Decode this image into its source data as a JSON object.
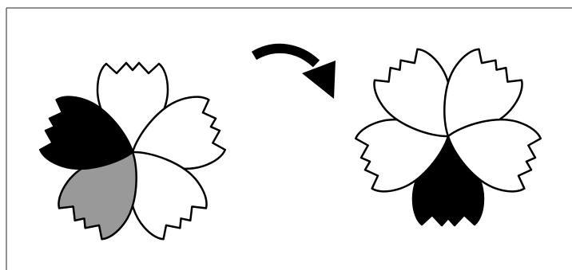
{
  "colors": {
    "background": "#ffffff",
    "frame": "#222222",
    "outline": "#000000",
    "petal_white": "#ffffff",
    "petal_black": "#000000",
    "petal_gray": "#999999",
    "arrow": "#000000"
  },
  "figures": [
    {
      "id": "before",
      "petals": [
        {
          "position": "top",
          "fill": "white"
        },
        {
          "position": "upper-right",
          "fill": "white"
        },
        {
          "position": "lower-right",
          "fill": "white"
        },
        {
          "position": "lower-left",
          "fill": "gray"
        },
        {
          "position": "upper-left",
          "fill": "black"
        }
      ]
    },
    {
      "id": "after",
      "petals": [
        {
          "position": "bottom",
          "fill": "black"
        },
        {
          "position": "lower-left",
          "fill": "white"
        },
        {
          "position": "upper-left",
          "fill": "white"
        },
        {
          "position": "upper-right",
          "fill": "white"
        },
        {
          "position": "lower-right",
          "fill": "white"
        }
      ]
    }
  ],
  "transition": {
    "icon": "curved-arrow-icon",
    "direction": "clockwise"
  }
}
